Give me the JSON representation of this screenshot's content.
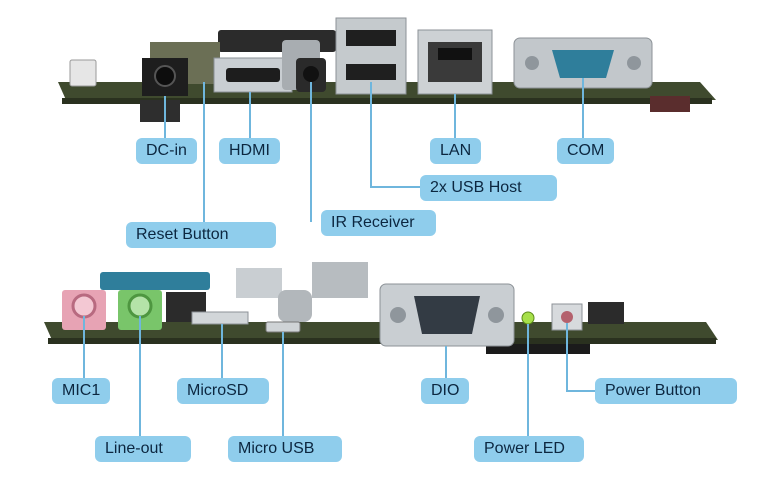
{
  "labels": {
    "dc_in": "DC-in",
    "hdmi": "HDMI",
    "lan": "LAN",
    "com": "COM",
    "usb_host": "2x USB Host",
    "ir_receiver": "IR Receiver",
    "reset_button": "Reset Button",
    "mic1": "MIC1",
    "microsd": "MicroSD",
    "dio": "DIO",
    "power_button": "Power Button",
    "line_out": "Line-out",
    "micro_usb": "Micro USB",
    "power_led": "Power LED"
  },
  "colors": {
    "label_bg": "#8fcdec",
    "label_text": "#0c2740",
    "leader_line": "#6fb6dd",
    "pcb": "#3f4a2e",
    "metal": "#b9c0c6",
    "db9_blue": "#2f7e9b",
    "jack_pink": "#e7a3b4",
    "jack_green": "#79c56a",
    "led_green": "#a7e04a"
  }
}
